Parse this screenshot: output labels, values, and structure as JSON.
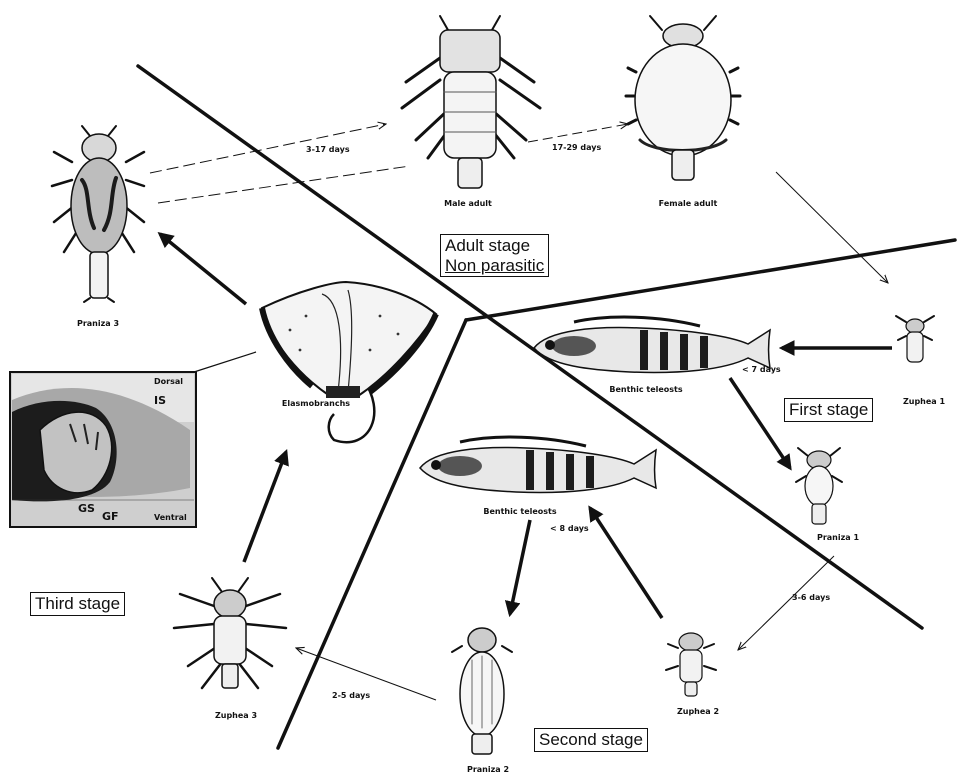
{
  "stage_labels": {
    "adult_line1": "Adult stage",
    "adult_line2": "Non parasitic",
    "first": "First stage",
    "second": "Second stage",
    "third": "Third stage"
  },
  "organisms": {
    "praniza3": "Praniza 3",
    "male": "Male adult",
    "female": "Female adult",
    "zuphea1": "Zuphea 1",
    "praniza1": "Praniza 1",
    "zuphea2": "Zuphea 2",
    "praniza2": "Praniza 2",
    "zuphea3": "Zuphea 3",
    "host_elasmo": "Elasmobranchs",
    "host_teleost1": "Benthic teleosts",
    "host_teleost2": "Benthic teleosts"
  },
  "durations": {
    "praniza3_to_male": "3-17 days",
    "male_to_female": "17-29 days",
    "teleost_first": "< 7 days",
    "praniza1_to_zuphea2": "3-6 days",
    "teleost_second": "< 8 days",
    "praniza2_to_zuphea3": "2-5 days"
  },
  "inset_labels": {
    "dorsal": "Dorsal",
    "is": "IS",
    "gs": "GS",
    "gf": "GF",
    "ventral": "Ventral"
  }
}
